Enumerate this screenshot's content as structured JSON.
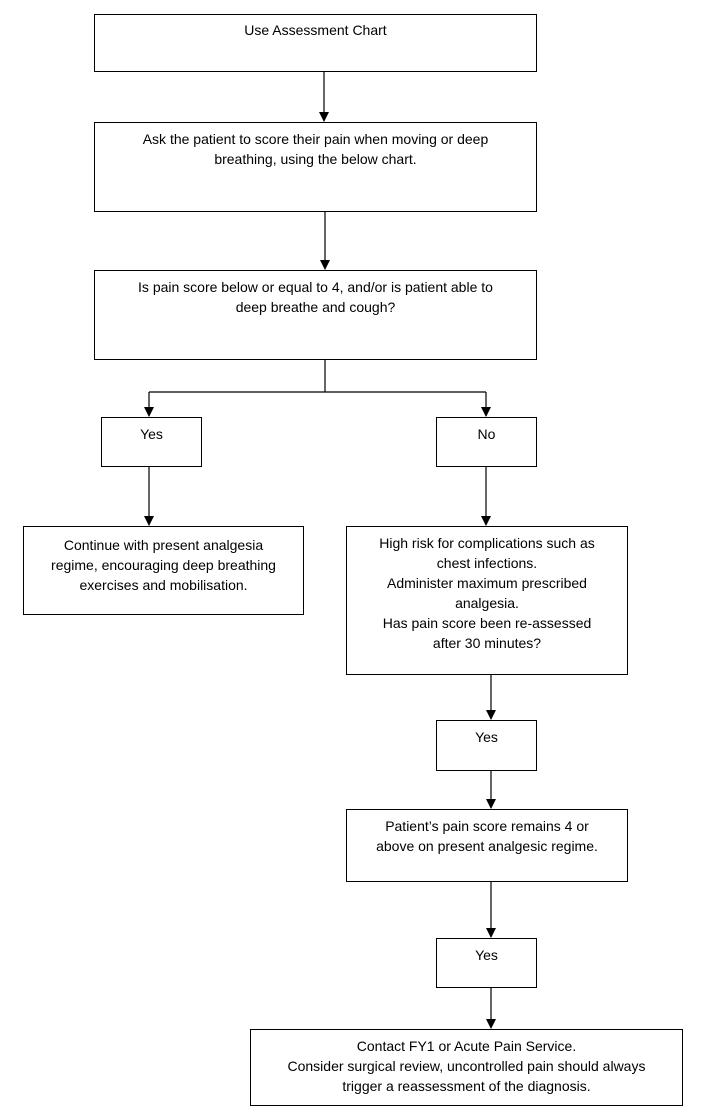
{
  "flowchart": {
    "start": {
      "text": "Use Assessment Chart"
    },
    "ask": {
      "lines": [
        "Ask the patient to score their pain when moving or deep",
        "breathing, using the below chart."
      ]
    },
    "question": {
      "lines": [
        "Is pain score below or equal to 4, and/or is patient able to",
        "deep breathe and cough?"
      ]
    },
    "branch_yes": {
      "text": "Yes"
    },
    "branch_no": {
      "text": "No"
    },
    "continue": {
      "lines": [
        "Continue with present analgesia",
        "regime, encouraging deep breathing",
        "exercises and mobilisation."
      ]
    },
    "high_risk": {
      "lines": [
        "High risk for complications such as",
        "chest infections.",
        "Administer maximum prescribed",
        "analgesia.",
        "Has pain score been re-assessed",
        "after 30 minutes?"
      ]
    },
    "reassessed_yes": {
      "text": "Yes"
    },
    "remains": {
      "lines": [
        "Patient’s pain score remains 4 or",
        "above on present analgesic regime."
      ]
    },
    "remains_yes": {
      "text": "Yes"
    },
    "contact": {
      "lines": [
        "Contact FY1 or Acute Pain Service.",
        "Consider surgical review, uncontrolled pain should always",
        "trigger a reassessment of the diagnosis."
      ]
    }
  }
}
